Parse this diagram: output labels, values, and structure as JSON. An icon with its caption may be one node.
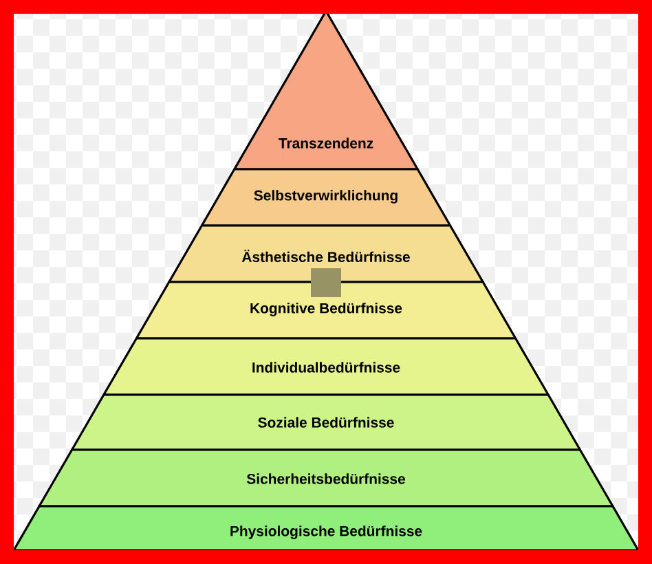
{
  "diagram": {
    "nodes": [
      {
        "text": [
          "Transzendenz"
        ]
      },
      {
        "text": [
          "Selbstverwirklichung"
        ]
      },
      {
        "text": [
          "Ästhetische Bedürfnisse"
        ]
      },
      {
        "text": [
          "Kognitive Bedürfnisse"
        ]
      },
      {
        "text": [
          "Individualbedürfnisse"
        ]
      },
      {
        "text": [
          "Soziale Bedürfnisse"
        ]
      },
      {
        "text": [
          "Sicherheitsbedürfnisse"
        ]
      },
      {
        "text": [
          "Physiologische Bedürfnisse"
        ]
      }
    ]
  }
}
